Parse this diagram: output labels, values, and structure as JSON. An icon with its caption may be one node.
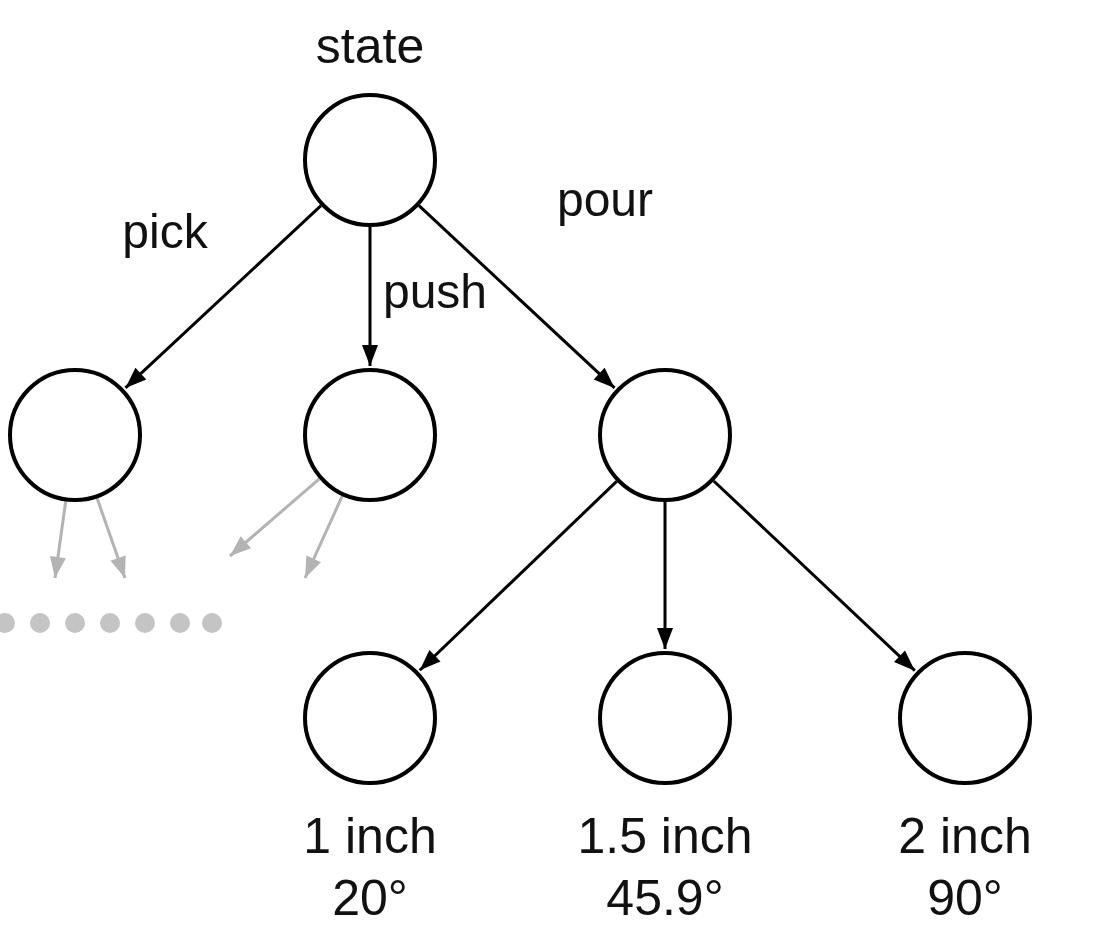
{
  "diagram": {
    "nodes": [
      {
        "text": [
          "state"
        ]
      },
      {
        "text": [],
        "shape": "circle"
      },
      {
        "text": [],
        "shape": "circle"
      },
      {
        "text": [],
        "shape": "circle"
      },
      {
        "text": [],
        "shape": "circle",
        "beside": [
          "1 inch",
          "20°"
        ]
      },
      {
        "text": [],
        "shape": "circle",
        "beside": [
          "1.5 inch",
          "45.9°"
        ]
      },
      {
        "text": [],
        "shape": "circle",
        "beside": [
          "2 inch",
          "90°"
        ]
      }
    ],
    "edges": [
      {
        "from": 0,
        "to": 1,
        "arrow": "to",
        "label": "pick"
      },
      {
        "from": 0,
        "to": 2,
        "arrow": "to",
        "label": "push"
      },
      {
        "from": 0,
        "to": 3,
        "arrow": "to",
        "label": "pour"
      },
      {
        "from": 3,
        "to": 4,
        "arrow": "to"
      },
      {
        "from": 3,
        "to": 5,
        "arrow": "to"
      },
      {
        "from": 3,
        "to": 6,
        "arrow": "to"
      },
      {
        "from": 1,
        "to": null,
        "arrow": "to",
        "color": "#b3b3b3"
      },
      {
        "from": 1,
        "to": null,
        "arrow": "to",
        "color": "#b3b3b3"
      },
      {
        "from": 2,
        "to": null,
        "arrow": "to",
        "color": "#b3b3b3"
      },
      {
        "from": 2,
        "to": null,
        "arrow": "to",
        "color": "#b3b3b3"
      }
    ]
  }
}
